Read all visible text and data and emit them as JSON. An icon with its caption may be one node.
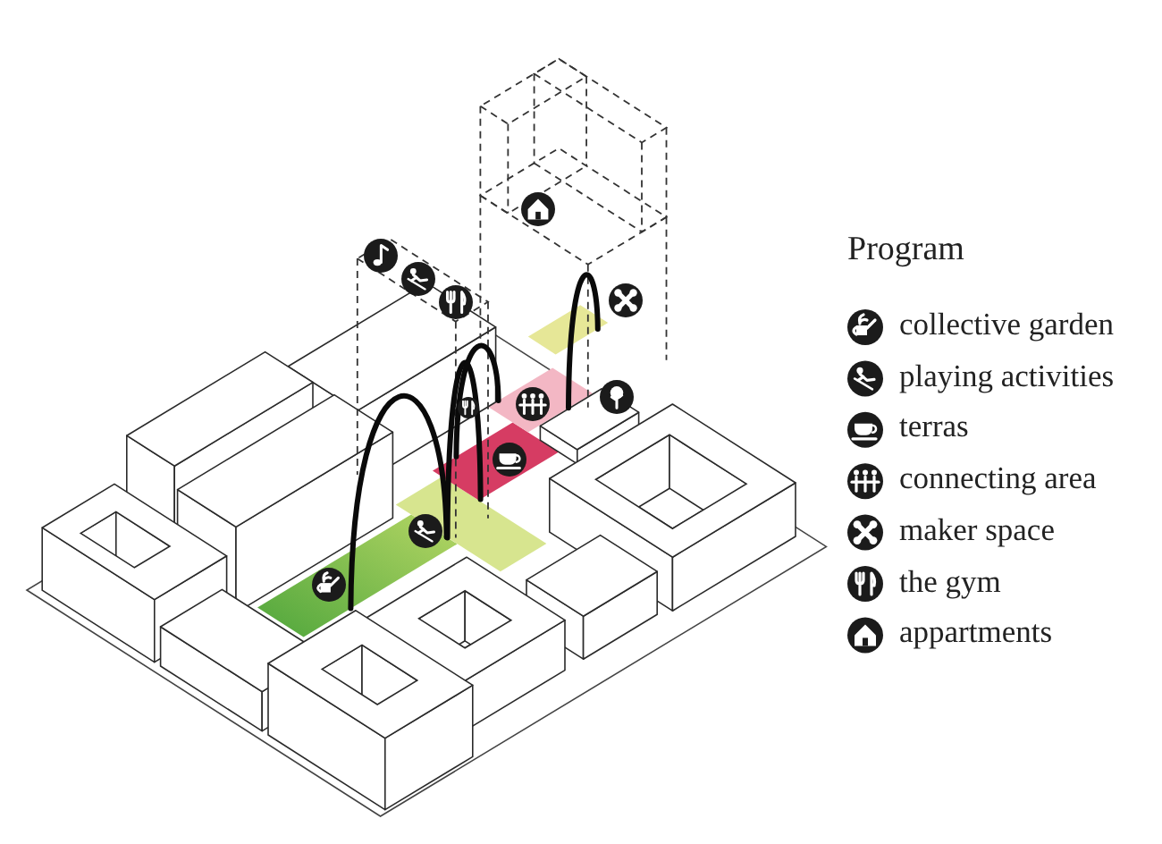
{
  "diagram": {
    "nodes": [
      {
        "text": [],
        "shape": "box"
      },
      {
        "text": [],
        "shape": "box"
      },
      {
        "text": [],
        "shape": "box"
      },
      {
        "text": [],
        "shape": "box"
      },
      {
        "text": [],
        "shape": "box"
      }
    ],
    "edges": [
      {
        "from": 0,
        "to": 1,
        "arrow": "none"
      },
      {
        "from": 1,
        "to": 2,
        "arrow": "none"
      },
      {
        "from": 2,
        "to": 3,
        "arrow": "none"
      },
      {
        "from": 3,
        "to": 4,
        "arrow": "none"
      }
    ],
    "labels": [
      "Program"
    ],
    "legend": [
      {
        "text": "collective garden"
      },
      {
        "text": "playing activities"
      },
      {
        "text": "terras"
      },
      {
        "text": "connecting area"
      },
      {
        "text": "maker space"
      },
      {
        "text": "the gym"
      },
      {
        "text": "appartments"
      }
    ]
  }
}
